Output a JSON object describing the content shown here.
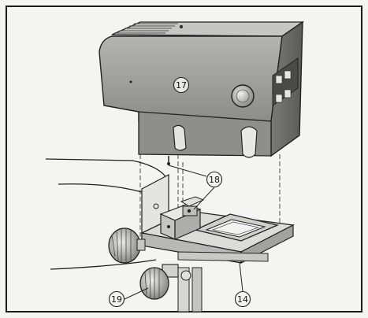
{
  "callouts": {
    "c17": "17",
    "c18": "18",
    "c19": "19",
    "c14": "14"
  },
  "colors": {
    "paper": "#f4f4f2",
    "frame": "#1a1a1a",
    "head_front": "#9a9a9a",
    "head_top": "#c8c8c8",
    "head_side": "#6a6a6a",
    "metal_light": "#d9d9d6",
    "metal_mid": "#a8a8a6",
    "ink": "#111111"
  }
}
